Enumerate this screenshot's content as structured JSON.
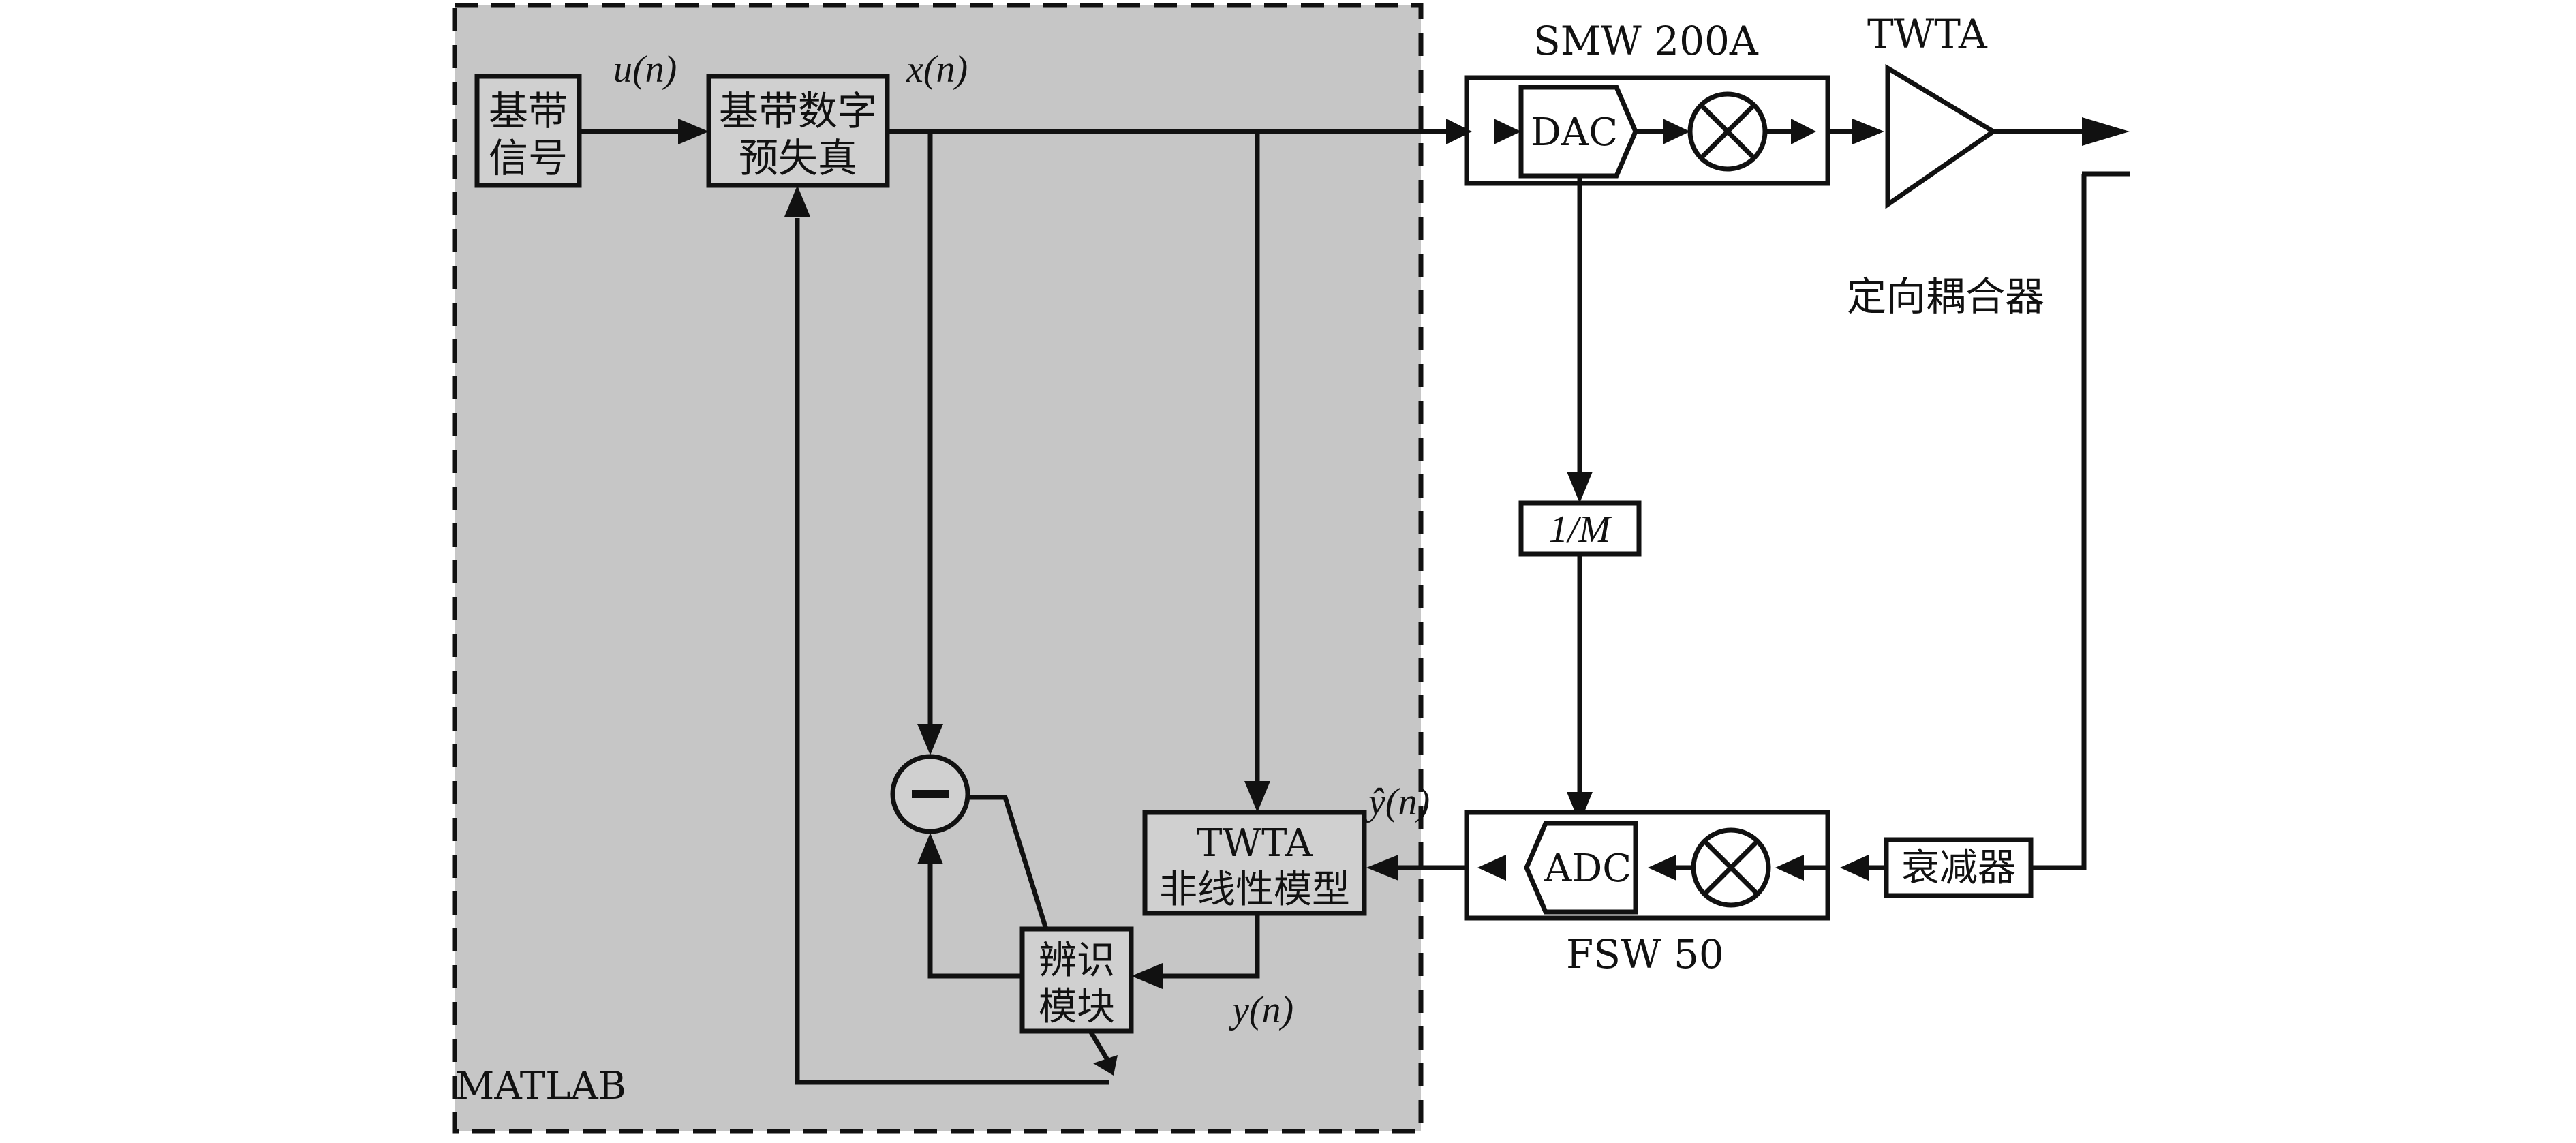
{
  "region": {
    "label": "MATLAB",
    "fill": "#c6c6c6"
  },
  "blocks": {
    "baseband_signal": [
      "基带",
      "信号"
    ],
    "digital_predistortion": [
      "基带数字",
      "预失真"
    ],
    "twta_model": [
      "TWTA",
      "非线性模型"
    ],
    "identification": [
      "辨识",
      "模块"
    ],
    "dac": "DAC",
    "adc": "ADC",
    "scale": "1/M",
    "attenuator": "衰减器"
  },
  "signals": {
    "u": "u(n)",
    "x": "x(n)",
    "y": "y(n)",
    "yhat": "ŷ(n)"
  },
  "instruments": {
    "generator": "SMW 200A",
    "analyzer": "FSW 50",
    "amplifier": "TWTA",
    "coupler": "定向耦合器"
  },
  "symbols": {
    "subtract": "−"
  }
}
